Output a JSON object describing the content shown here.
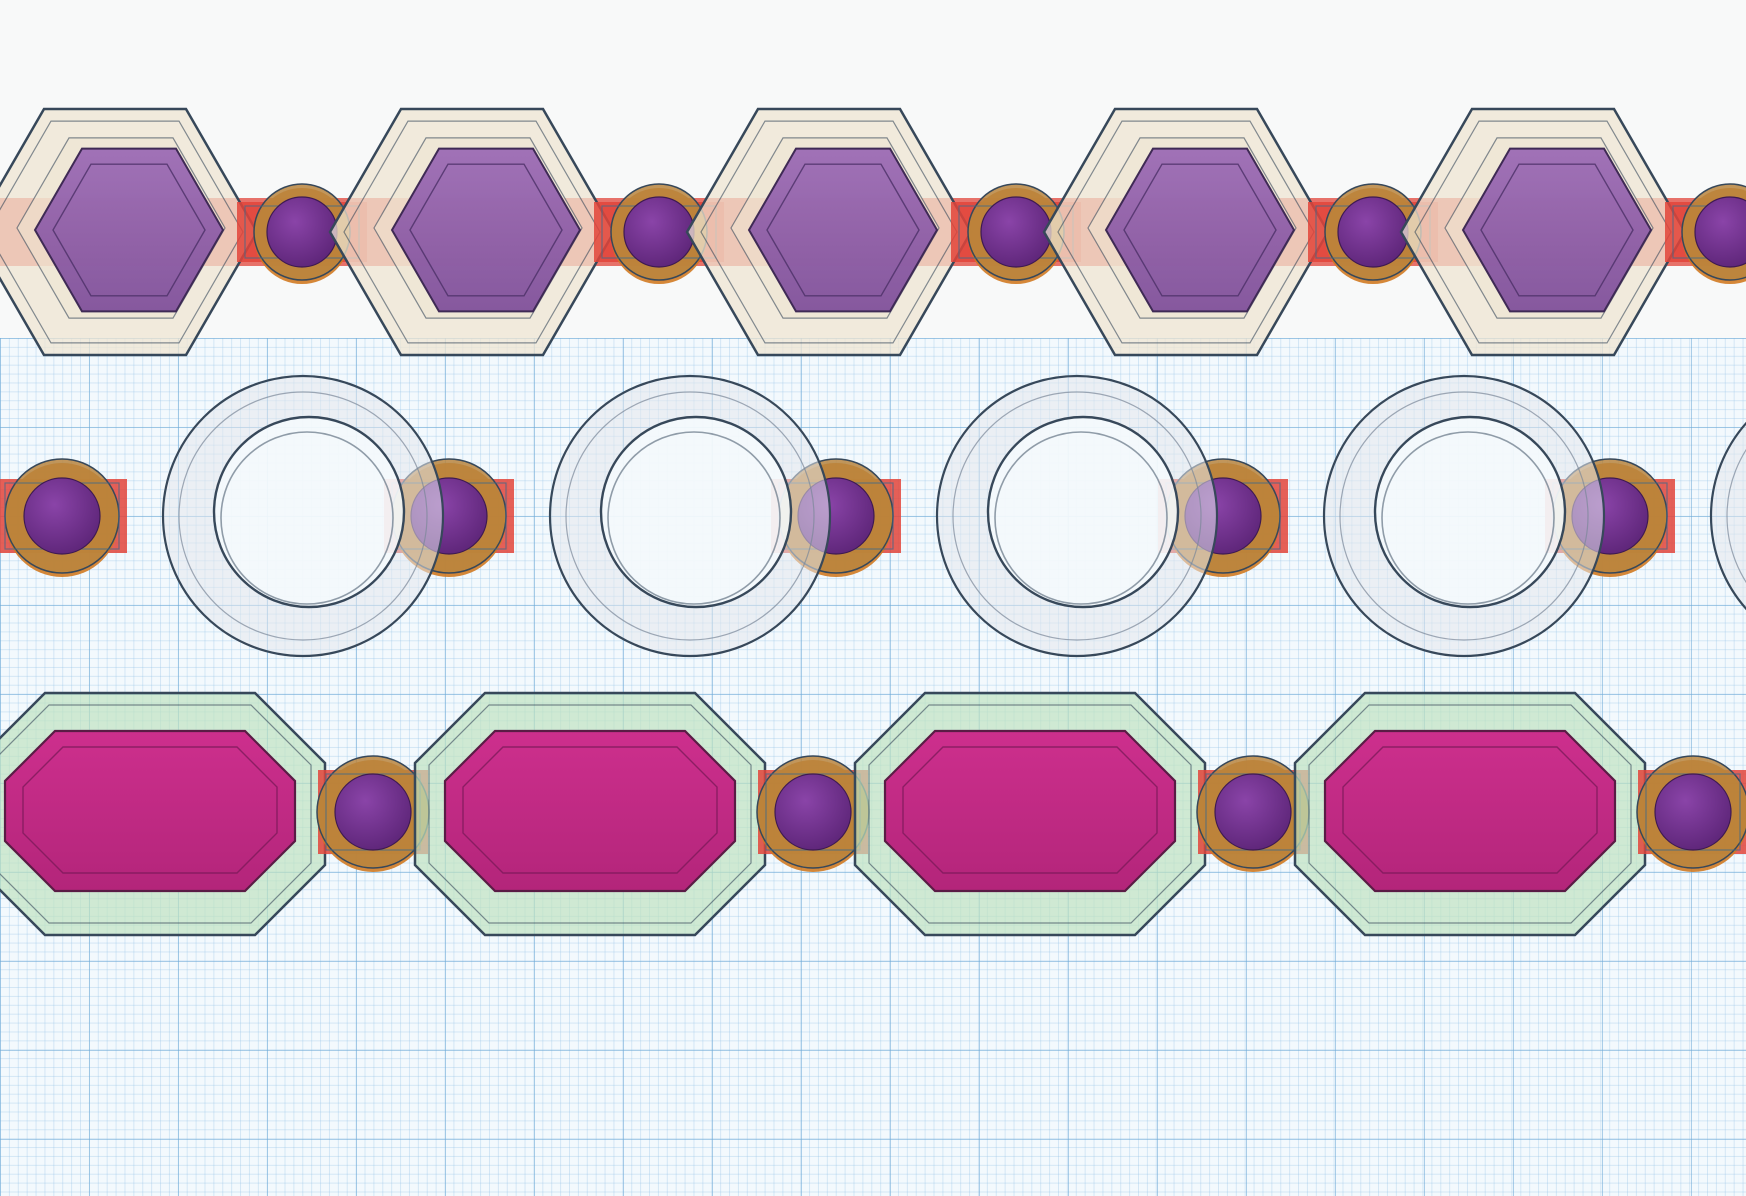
{
  "scene": {
    "rows": [
      {
        "name": "hexagon-link-row",
        "shape": "hexagon",
        "links": 5
      },
      {
        "name": "ring-link-row",
        "shape": "ring",
        "links": 5
      },
      {
        "name": "octagon-link-row",
        "shape": "octagon",
        "links": 4
      }
    ]
  },
  "colors": {
    "hex_frame": "#efe4d2",
    "hex_gem": "#8b5aa6",
    "connector_bar": "#e2443a",
    "connector_knob": "#b8853e",
    "connector_pin": "#6f2f8e",
    "ring_frame": "#e3e7ec",
    "oct_frame": "#bfe3c0",
    "oct_gem": "#c42a85",
    "outline": "#37485a",
    "grid_major": "#6eaad7",
    "grid_background": "#f3f9fd"
  },
  "icons": [
    "hexagon-link-icon",
    "ring-link-icon",
    "octagon-link-icon",
    "connector-pin-icon"
  ]
}
